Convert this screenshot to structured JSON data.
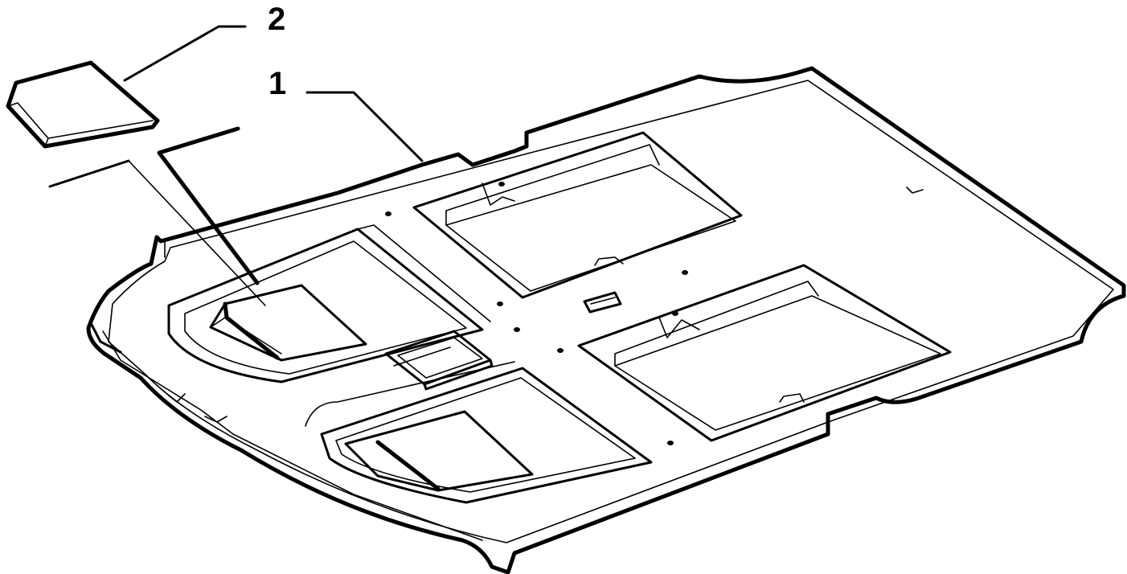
{
  "callouts": [
    {
      "label": "2",
      "part": "insulation-pad-detail"
    },
    {
      "label": "1",
      "part": "floor-panel"
    }
  ],
  "colors": {
    "ink": "#000000",
    "background": "#ffffff"
  }
}
